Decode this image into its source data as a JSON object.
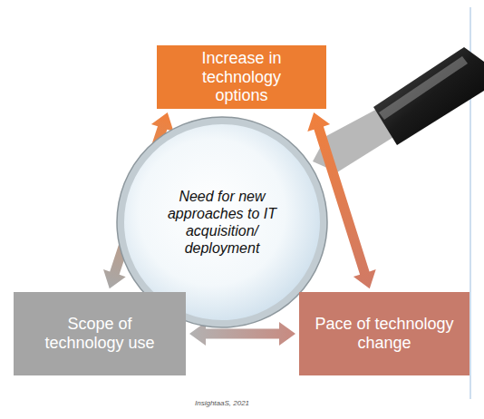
{
  "diagram": {
    "nodes": [
      {
        "text": [
          "Increase in technology options"
        ]
      },
      {
        "text": [
          "Need for new approaches to IT acquisition/ deployment"
        ]
      },
      {
        "text": [
          "Scope of technology use"
        ]
      },
      {
        "text": [
          "Pace of technology change"
        ]
      }
    ],
    "edges": [
      {
        "from": 0,
        "to": 2,
        "arrow": "both"
      },
      {
        "from": 0,
        "to": 3,
        "arrow": "both"
      },
      {
        "from": 2,
        "to": 3,
        "arrow": "both"
      }
    ],
    "labels": [
      "InsightaaS, 2021"
    ]
  }
}
